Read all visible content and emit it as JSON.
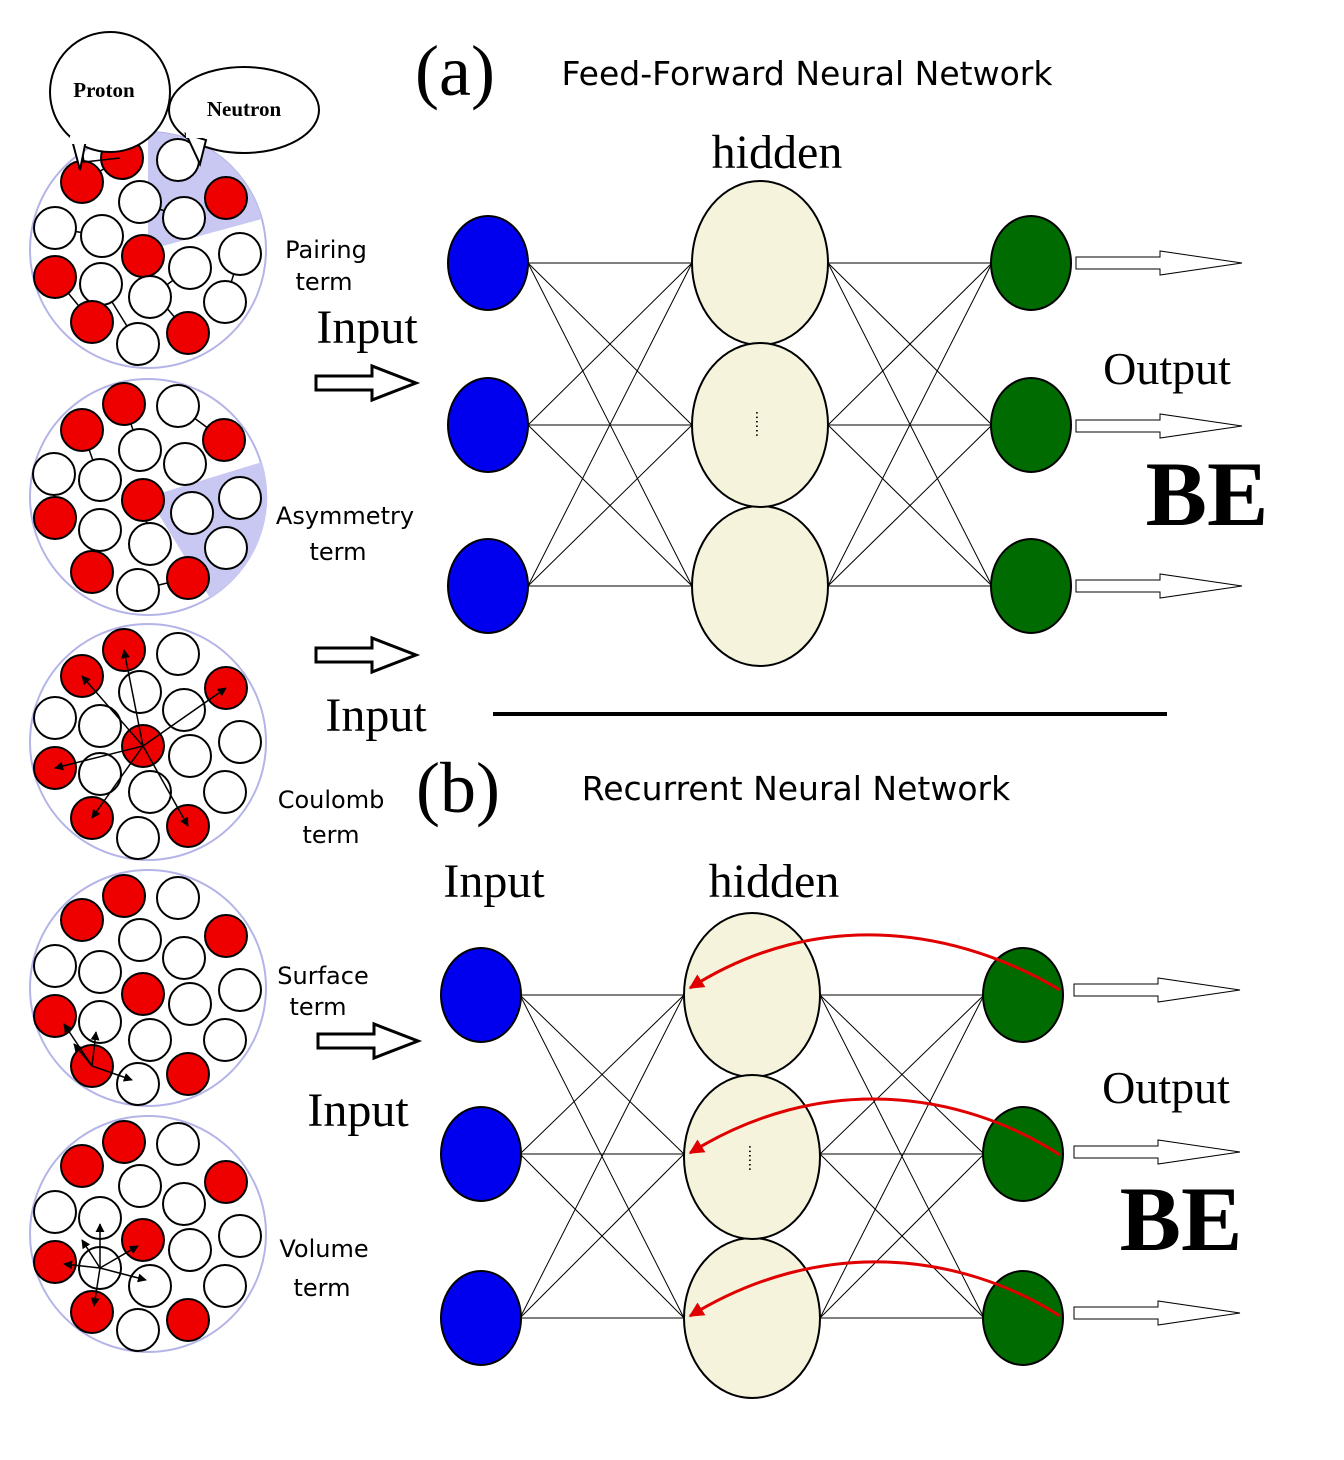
{
  "panel_a": {
    "letter": "(a)",
    "title": "Feed-Forward Neural Network",
    "hidden_label": "hidden",
    "input_label_1": "Input",
    "input_label_2": "Input",
    "output_label": "Output",
    "result_label": "BE",
    "hidden_ellipsis": "......"
  },
  "panel_b": {
    "letter": "(b)",
    "title": "Recurrent Neural Network",
    "hidden_label": "hidden",
    "input_label_1": "Input",
    "input_label_2": "Input",
    "output_label": "Output",
    "result_label": "BE",
    "hidden_ellipsis": "......"
  },
  "legend": {
    "proton_label": "Proton",
    "neutron_label": "Neutron"
  },
  "terms": [
    {
      "line1": "Pairing",
      "line2": "term"
    },
    {
      "line1": "Asymmetry",
      "line2": "term"
    },
    {
      "line1": "Coulomb",
      "line2": "term"
    },
    {
      "line1": "Surface",
      "line2": "term"
    },
    {
      "line1": "Volume",
      "line2": "term"
    }
  ],
  "colors": {
    "proton": "#ee0000",
    "neutron": "#ffffff",
    "input_node": "#0000ee",
    "hidden_node": "#f5f3dc",
    "output_node": "#006b00",
    "recurrent_arrow": "#e00000",
    "shell_highlight": "#c8c8f2"
  }
}
